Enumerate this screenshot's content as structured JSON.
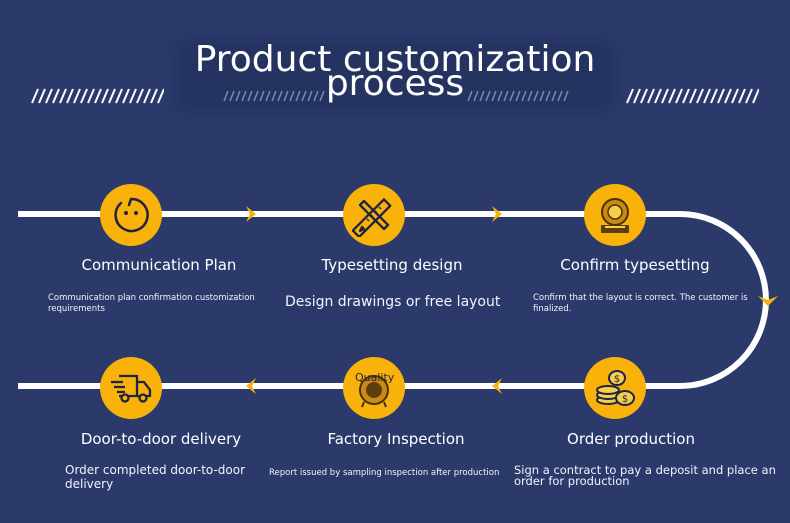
{
  "title": {
    "line1": "Product customization",
    "line2": "process"
  },
  "steps": [
    {
      "label": "Communication Plan",
      "desc": "Communication plan confirmation customization requirements",
      "icon": "chat-face-icon"
    },
    {
      "label": "Typesetting design",
      "desc": "Design drawings or free layout",
      "icon": "ruler-pencil-icon"
    },
    {
      "label": "Confirm typesetting",
      "desc": "Confirm that the layout is correct. The customer is finalized.",
      "icon": "gold-medal-icon"
    },
    {
      "label": "Order production",
      "desc": "Sign a contract to pay a deposit and place an order for production",
      "icon": "coins-icon"
    },
    {
      "label": "Factory Inspection",
      "desc": "Report issued by sampling inspection after production",
      "icon": "quality-badge-icon",
      "icon_text": "Quality"
    },
    {
      "label": "Door-to-door delivery",
      "desc": "Order completed door-to-door delivery",
      "icon": "delivery-truck-icon"
    }
  ],
  "colors": {
    "background": "#2b3a6b",
    "accent": "#f9b20a",
    "line": "#ffffff"
  }
}
